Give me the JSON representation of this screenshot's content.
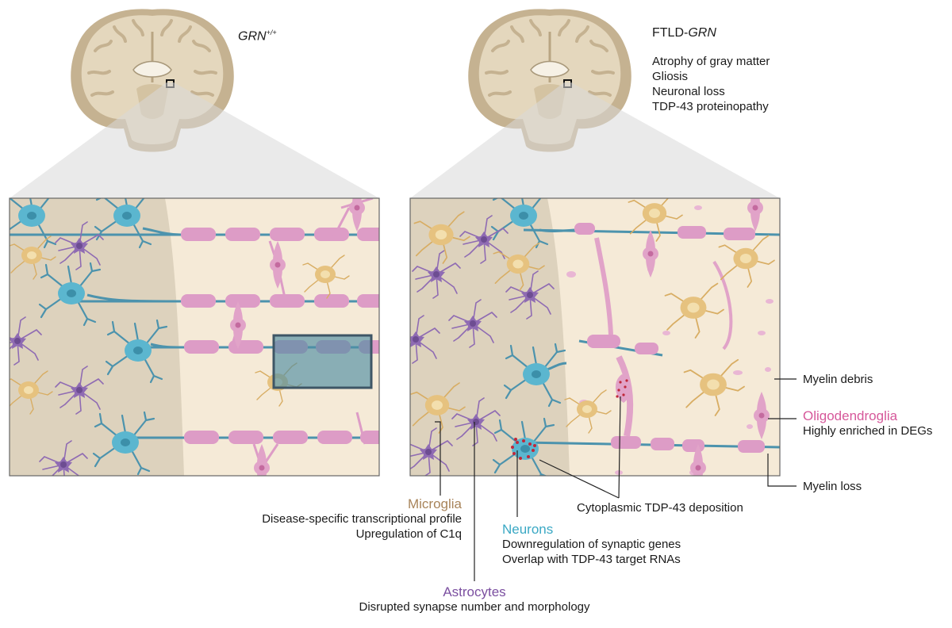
{
  "left_panel": {
    "title_gene": "GRN",
    "title_sup": "+/+"
  },
  "right_panel": {
    "title_prefix": "FTLD-",
    "title_gene": "GRN",
    "features": [
      "Atrophy of gray matter",
      "Gliosis",
      "Neuronal loss",
      "TDP-43 proteinopathy"
    ]
  },
  "callouts": {
    "myelin_debris": "Myelin debris",
    "oligodendroglia": {
      "title": "Oligodendroglia",
      "desc": "Highly enriched in DEGs"
    },
    "myelin_loss": "Myelin loss",
    "tdp43": "Cytoplasmic TDP-43 deposition",
    "microglia": {
      "title": "Microglia",
      "lines": [
        "Disease-specific transcriptional profile",
        "Upregulation of C1q"
      ]
    },
    "neurons": {
      "title": "Neurons",
      "lines": [
        "Downregulation of synaptic genes",
        "Overlap with TDP-43 target RNAs"
      ]
    },
    "astrocytes": {
      "title": "Astrocytes",
      "desc": "Disrupted synapse number and morphology"
    }
  },
  "colors": {
    "gray_matter": "#ddd2bd",
    "white_matter": "#f5ead7",
    "neuron": "#5bb6cf",
    "astrocyte": "#8f6bb3",
    "microglia": "#e6c27f",
    "oligodendroglia": "#e1a3c8",
    "myelin": "#dd9cc6",
    "tdp43": "#c0283a",
    "microglia_label": "#a8845a",
    "neuron_label": "#3aa8c4",
    "astrocyte_label": "#7b4fa0",
    "oligo_label": "#d6589a"
  }
}
